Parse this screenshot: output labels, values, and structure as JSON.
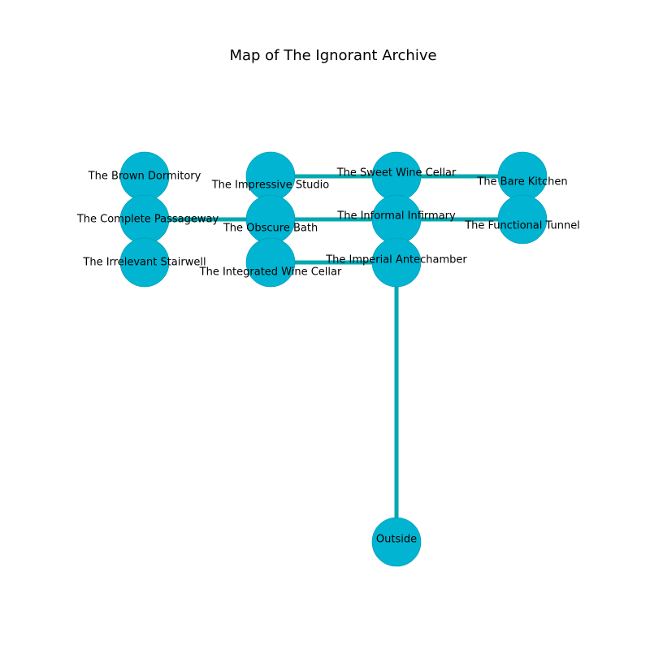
{
  "title": "Map of The Ignorant Archive",
  "colors": {
    "node": "#00b4d2",
    "node_stroke": "#0095ad",
    "edge": "#00a8b0"
  },
  "nodes": [
    {
      "id": "brown-dormitory",
      "label": "The Brown Dormitory"
    },
    {
      "id": "complete-passageway",
      "label": "The Complete Passageway"
    },
    {
      "id": "irrelevant-stairwell",
      "label": "The Irrelevant Stairwell"
    },
    {
      "id": "impressive-studio",
      "label": "The Impressive Studio"
    },
    {
      "id": "obscure-bath",
      "label": "The Obscure Bath"
    },
    {
      "id": "integrated-wine-cellar",
      "label": "The Integrated Wine Cellar"
    },
    {
      "id": "sweet-wine-cellar",
      "label": "The Sweet Wine Cellar"
    },
    {
      "id": "informal-infirmary",
      "label": "The Informal Infirmary"
    },
    {
      "id": "imperial-antechamber",
      "label": "The Imperial Antechamber"
    },
    {
      "id": "bare-kitchen",
      "label": "The Bare Kitchen"
    },
    {
      "id": "functional-tunnel",
      "label": "The Functional Tunnel"
    },
    {
      "id": "outside",
      "label": "Outside"
    }
  ],
  "edges": [
    [
      "impressive-studio",
      "sweet-wine-cellar"
    ],
    [
      "sweet-wine-cellar",
      "bare-kitchen"
    ],
    [
      "complete-passageway",
      "obscure-bath"
    ],
    [
      "obscure-bath",
      "informal-infirmary"
    ],
    [
      "informal-infirmary",
      "functional-tunnel"
    ],
    [
      "integrated-wine-cellar",
      "imperial-antechamber"
    ],
    [
      "imperial-antechamber",
      "outside"
    ]
  ]
}
